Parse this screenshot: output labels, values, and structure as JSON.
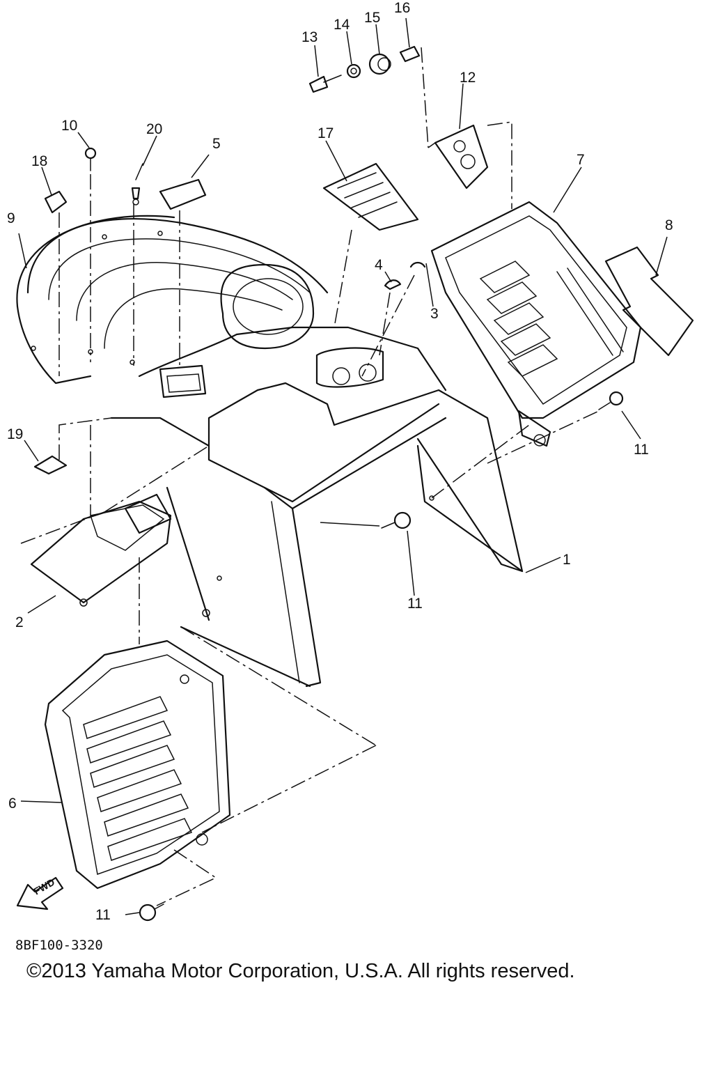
{
  "callouts": {
    "c1": "1",
    "c2": "2",
    "c3": "3",
    "c4": "4",
    "c5": "5",
    "c6": "6",
    "c7": "7",
    "c8": "8",
    "c9": "9",
    "c10": "10",
    "c11a": "11",
    "c11b": "11",
    "c11c": "11",
    "c12": "12",
    "c13": "13",
    "c14": "14",
    "c15": "15",
    "c16": "16",
    "c17": "17",
    "c18": "18",
    "c19": "19",
    "c20": "20"
  },
  "direction_badge": "FWD",
  "drawing_code": "8BF100-3320",
  "copyright": "©2013 Yamaha Motor Corporation, U.S.A. All rights reserved."
}
